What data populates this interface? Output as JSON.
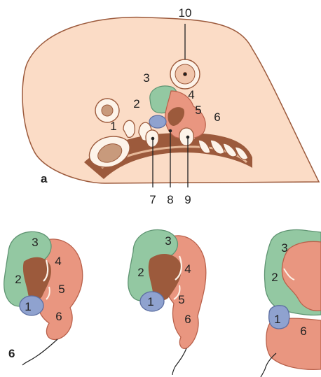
{
  "panel_a": {
    "panel_label": "a",
    "labels": [
      "1",
      "2",
      "3",
      "4",
      "5",
      "6",
      "7",
      "8",
      "9",
      "10"
    ]
  },
  "panel_b": {
    "panel_label": "6",
    "stages": [
      {
        "labels": [
          "1",
          "2",
          "3",
          "4",
          "5",
          "6"
        ]
      },
      {
        "labels": [
          "1",
          "2",
          "3",
          "4",
          "5",
          "6"
        ]
      },
      {
        "labels": [
          "1",
          "2",
          "3",
          "6"
        ]
      }
    ]
  },
  "colors": {
    "skin": "#fbdcc6",
    "green": "#93c8a2",
    "salmon": "#e99680",
    "blue": "#8fa2cf",
    "brown": "#9c5a3c",
    "cream": "#fdf3e9"
  }
}
